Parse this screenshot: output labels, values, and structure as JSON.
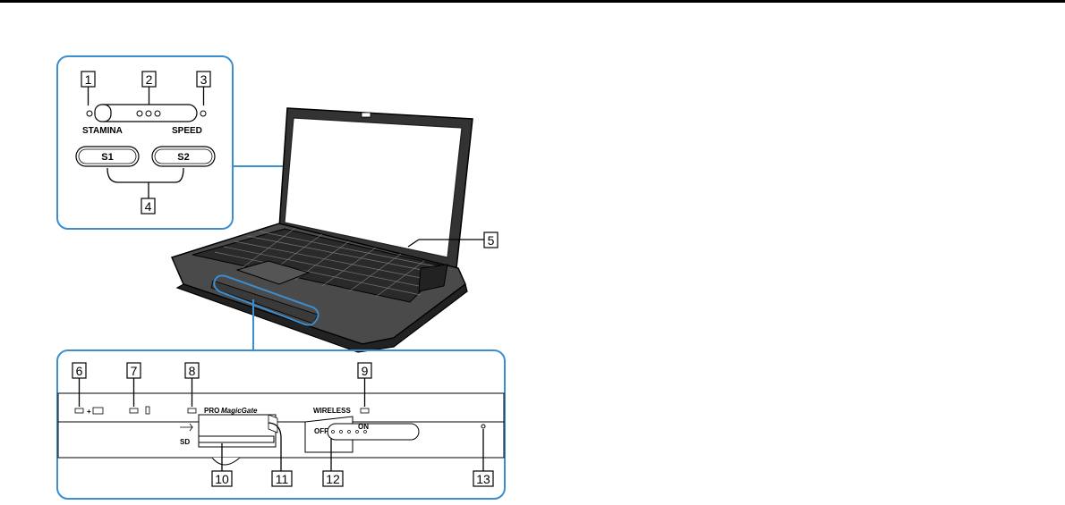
{
  "callouts": {
    "c1": "1",
    "c2": "2",
    "c3": "3",
    "c4": "4",
    "c5": "5",
    "c6": "6",
    "c7": "7",
    "c8": "8",
    "c9": "9",
    "c10": "10",
    "c11": "11",
    "c12": "12",
    "c13": "13"
  },
  "inset_top": {
    "stamina": "STAMINA",
    "speed": "SPEED",
    "s1": "S1",
    "s2": "S2"
  },
  "inset_bottom": {
    "pro": "PRO",
    "magicgate": "MagicGate",
    "wireless": "WIRELESS",
    "off": "OFF",
    "on": "ON",
    "sd": "SD"
  },
  "colors": {
    "inset_border": "#3b8ed0",
    "ink": "#000000"
  }
}
